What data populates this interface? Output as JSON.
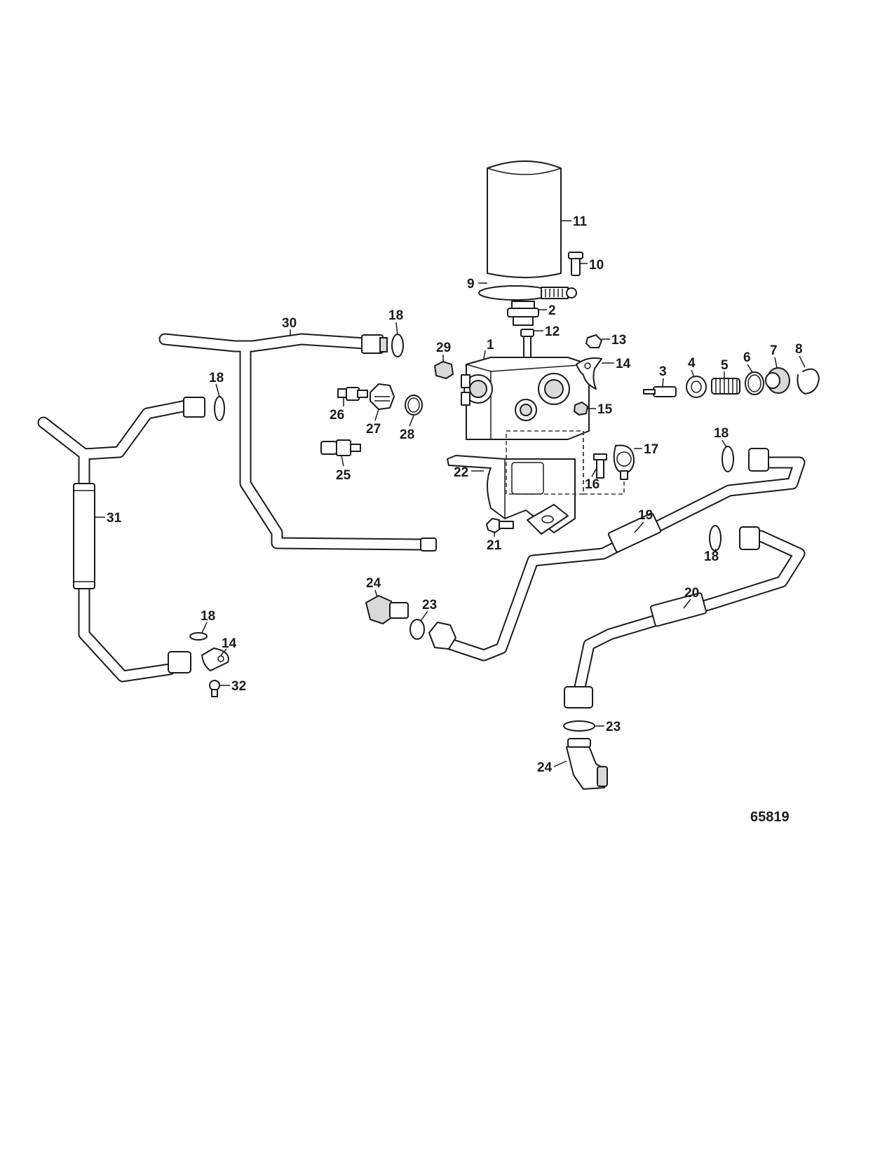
{
  "figure_number": "65819",
  "callouts": {
    "c1": "1",
    "c2": "2",
    "c3": "3",
    "c4": "4",
    "c5": "5",
    "c6": "6",
    "c7": "7",
    "c8": "8",
    "c9": "9",
    "c10": "10",
    "c11": "11",
    "c12": "12",
    "c13": "13",
    "c14a": "14",
    "c14b": "14",
    "c15": "15",
    "c16": "16",
    "c17": "17",
    "c18a": "18",
    "c18b": "18",
    "c18c": "18",
    "c18d": "18",
    "c18e": "18",
    "c19": "19",
    "c20": "20",
    "c21": "21",
    "c22": "22",
    "c23a": "23",
    "c23b": "23",
    "c24a": "24",
    "c24b": "24",
    "c25": "25",
    "c26": "26",
    "c27": "27",
    "c28": "28",
    "c29": "29",
    "c30": "30",
    "c31": "31",
    "c32": "32"
  }
}
